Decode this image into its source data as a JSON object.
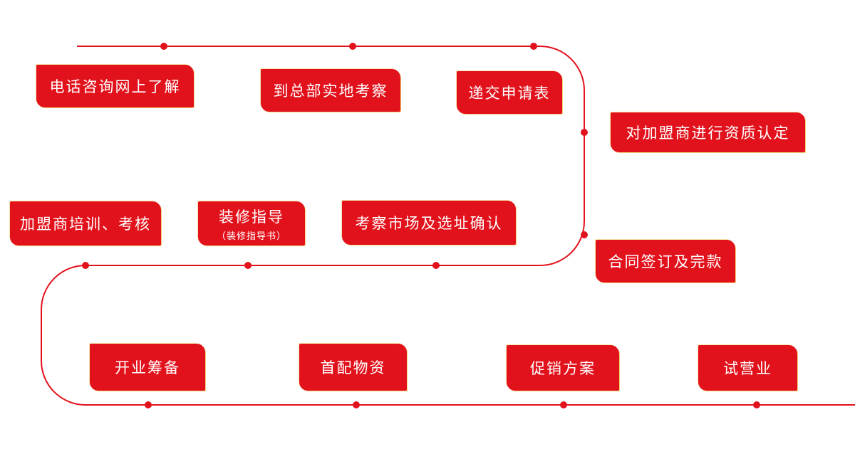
{
  "colors": {
    "accent": "#e2121c",
    "border": "#f2d37a",
    "text": "#ffffff",
    "background": "#ffffff"
  },
  "steps": [
    {
      "label": "电话咨询网上了解"
    },
    {
      "label": "到总部实地考察"
    },
    {
      "label": "递交申请表"
    },
    {
      "label": "对加盟商进行资质认定"
    },
    {
      "label": "合同签订及完款"
    },
    {
      "label": "考察市场及选址确认"
    },
    {
      "label": "装修指导",
      "sublabel": "（装修指导书）"
    },
    {
      "label": "加盟商培训、考核"
    },
    {
      "label": "开业筹备"
    },
    {
      "label": "首配物资"
    },
    {
      "label": "促销方案"
    },
    {
      "label": "试营业"
    }
  ]
}
